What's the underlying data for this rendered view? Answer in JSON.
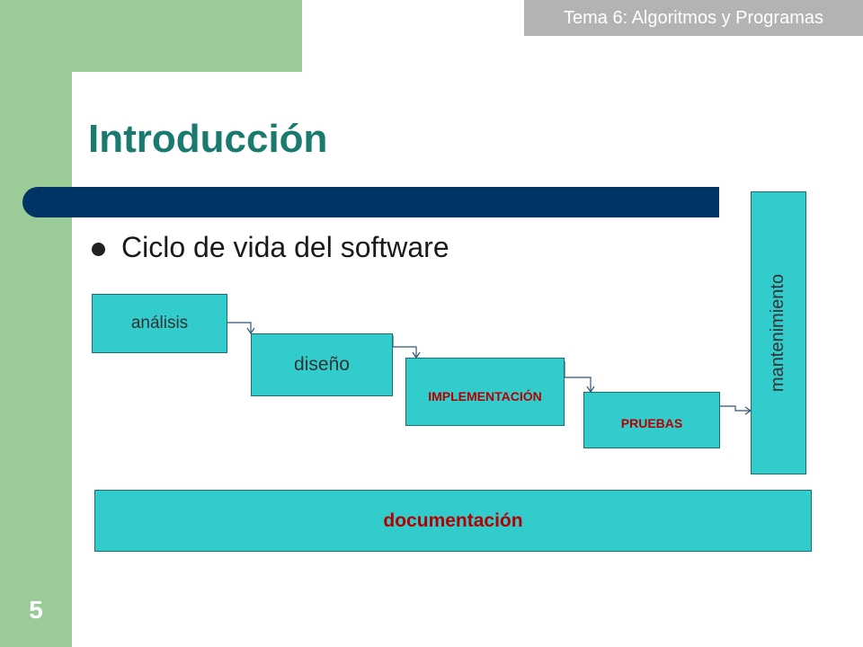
{
  "header": {
    "course_title": "Tema 6: Algoritmos y Programas"
  },
  "slide": {
    "number": "5",
    "title": "Introducción",
    "bullet": "Ciclo de vida del software"
  },
  "diagram": {
    "stages": {
      "analisis": "análisis",
      "diseno": "diseño",
      "implementacion": "IMPLEMENTACIÓN",
      "pruebas": "PRUEBAS",
      "mantenimiento": "mantenimiento",
      "documentacion": "documentación"
    }
  },
  "colors": {
    "sidebar_green": "#9bcc97",
    "title_teal": "#1a7a70",
    "title_bar_navy": "#003464",
    "box_cyan": "#33cccc",
    "emphasis_red": "#b40000",
    "header_grey": "#b3b3b3"
  }
}
